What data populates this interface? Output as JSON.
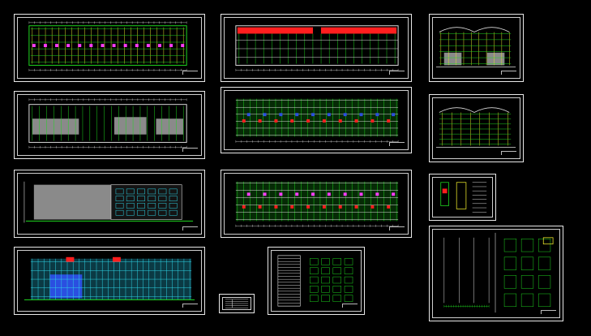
{
  "colors": {
    "background": "#000000",
    "border": "#e8e8e8",
    "line_green": "#1fd81f",
    "line_white": "#dcdcdc",
    "line_cyan": "#2fd6e8",
    "line_yellow": "#e6e22a",
    "accent_red": "#ff1e1e",
    "accent_magenta": "#ff3cff",
    "fill_gray": "#8a8a8a",
    "fill_blue": "#2a4fe0"
  },
  "sheets": [
    {
      "id": "plan-1",
      "kind": "floor-plan"
    },
    {
      "id": "plan-2",
      "kind": "floor-plan-gray"
    },
    {
      "id": "elevation-1",
      "kind": "elevation-gray"
    },
    {
      "id": "elevation-2",
      "kind": "elevation-cyan"
    },
    {
      "id": "plan-roof",
      "kind": "roof-plan"
    },
    {
      "id": "plan-3",
      "kind": "floor-plan-color"
    },
    {
      "id": "plan-4",
      "kind": "floor-plan-color"
    },
    {
      "id": "schedule",
      "kind": "door-window-schedule"
    },
    {
      "id": "legend",
      "kind": "legend"
    },
    {
      "id": "section-1",
      "kind": "section"
    },
    {
      "id": "section-2",
      "kind": "section"
    },
    {
      "id": "detail-small",
      "kind": "detail"
    },
    {
      "id": "details-large",
      "kind": "details"
    }
  ]
}
